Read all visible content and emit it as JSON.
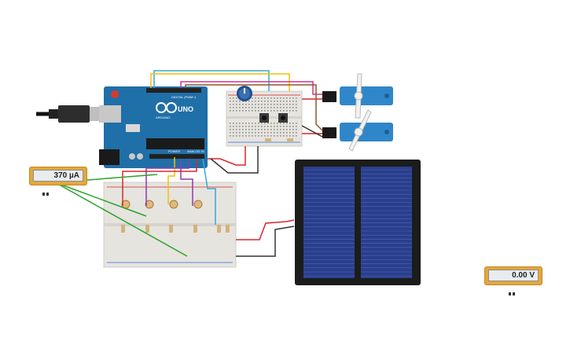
{
  "ammeter": {
    "reading": "370 µA"
  },
  "voltmeter": {
    "reading": "0.00 V"
  },
  "arduino": {
    "brand": "ARDUINO",
    "model": "UNO",
    "digital_header": "DIGITAL (PWM~)",
    "power_header": "POWER",
    "analog_header": "ANALOG IN"
  },
  "colors": {
    "board_blue": "#1f6fa8",
    "breadboard": "#e6e4df",
    "meter_body": "#e5a73a",
    "solar_cell": "#2a3f8c",
    "servo_blue": "#2f87c9",
    "wire_red": "#d9262b",
    "wire_black": "#333333",
    "wire_green": "#2aa22a",
    "wire_yellow": "#f2c200",
    "wire_purple": "#8e3ab0",
    "wire_blue": "#35a7d9",
    "wire_magenta": "#d1348a",
    "wire_brown": "#8a5a2b"
  },
  "components": [
    "arduino-uno",
    "usb-cable",
    "potentiometer",
    "pushbuttons",
    "servo-motor",
    "servo-motor",
    "photoresistors",
    "resistors",
    "solar-panel",
    "ammeter",
    "voltmeter"
  ]
}
